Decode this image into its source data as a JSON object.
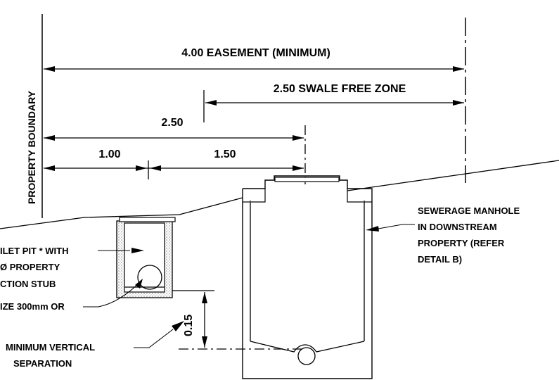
{
  "dimensions": {
    "easement": "4.00 EASEMENT (MINIMUM)",
    "swale_free_zone": "2.50 SWALE FREE ZONE",
    "total_offset": "2.50",
    "first_offset": "1.00",
    "second_offset": "1.50",
    "vertical_separation": "0.15"
  },
  "labels": {
    "property_boundary": "PROPERTY BOUNDARY",
    "inlet_pit": [
      "ILET PIT * WITH",
      "Ø PROPERTY",
      "CTION STUB"
    ],
    "pipe_size": "IZE 300mm OR",
    "min_vertical": [
      "MINIMUM VERTICAL",
      "SEPARATION"
    ],
    "manhole": [
      "SEWERAGE MANHOLE",
      "IN DOWNSTREAM",
      "PROPERTY (REFER",
      "DETAIL B)"
    ]
  },
  "colors": {
    "line": "#000000",
    "hatch": "#9a9a9a",
    "background": "#ffffff"
  }
}
